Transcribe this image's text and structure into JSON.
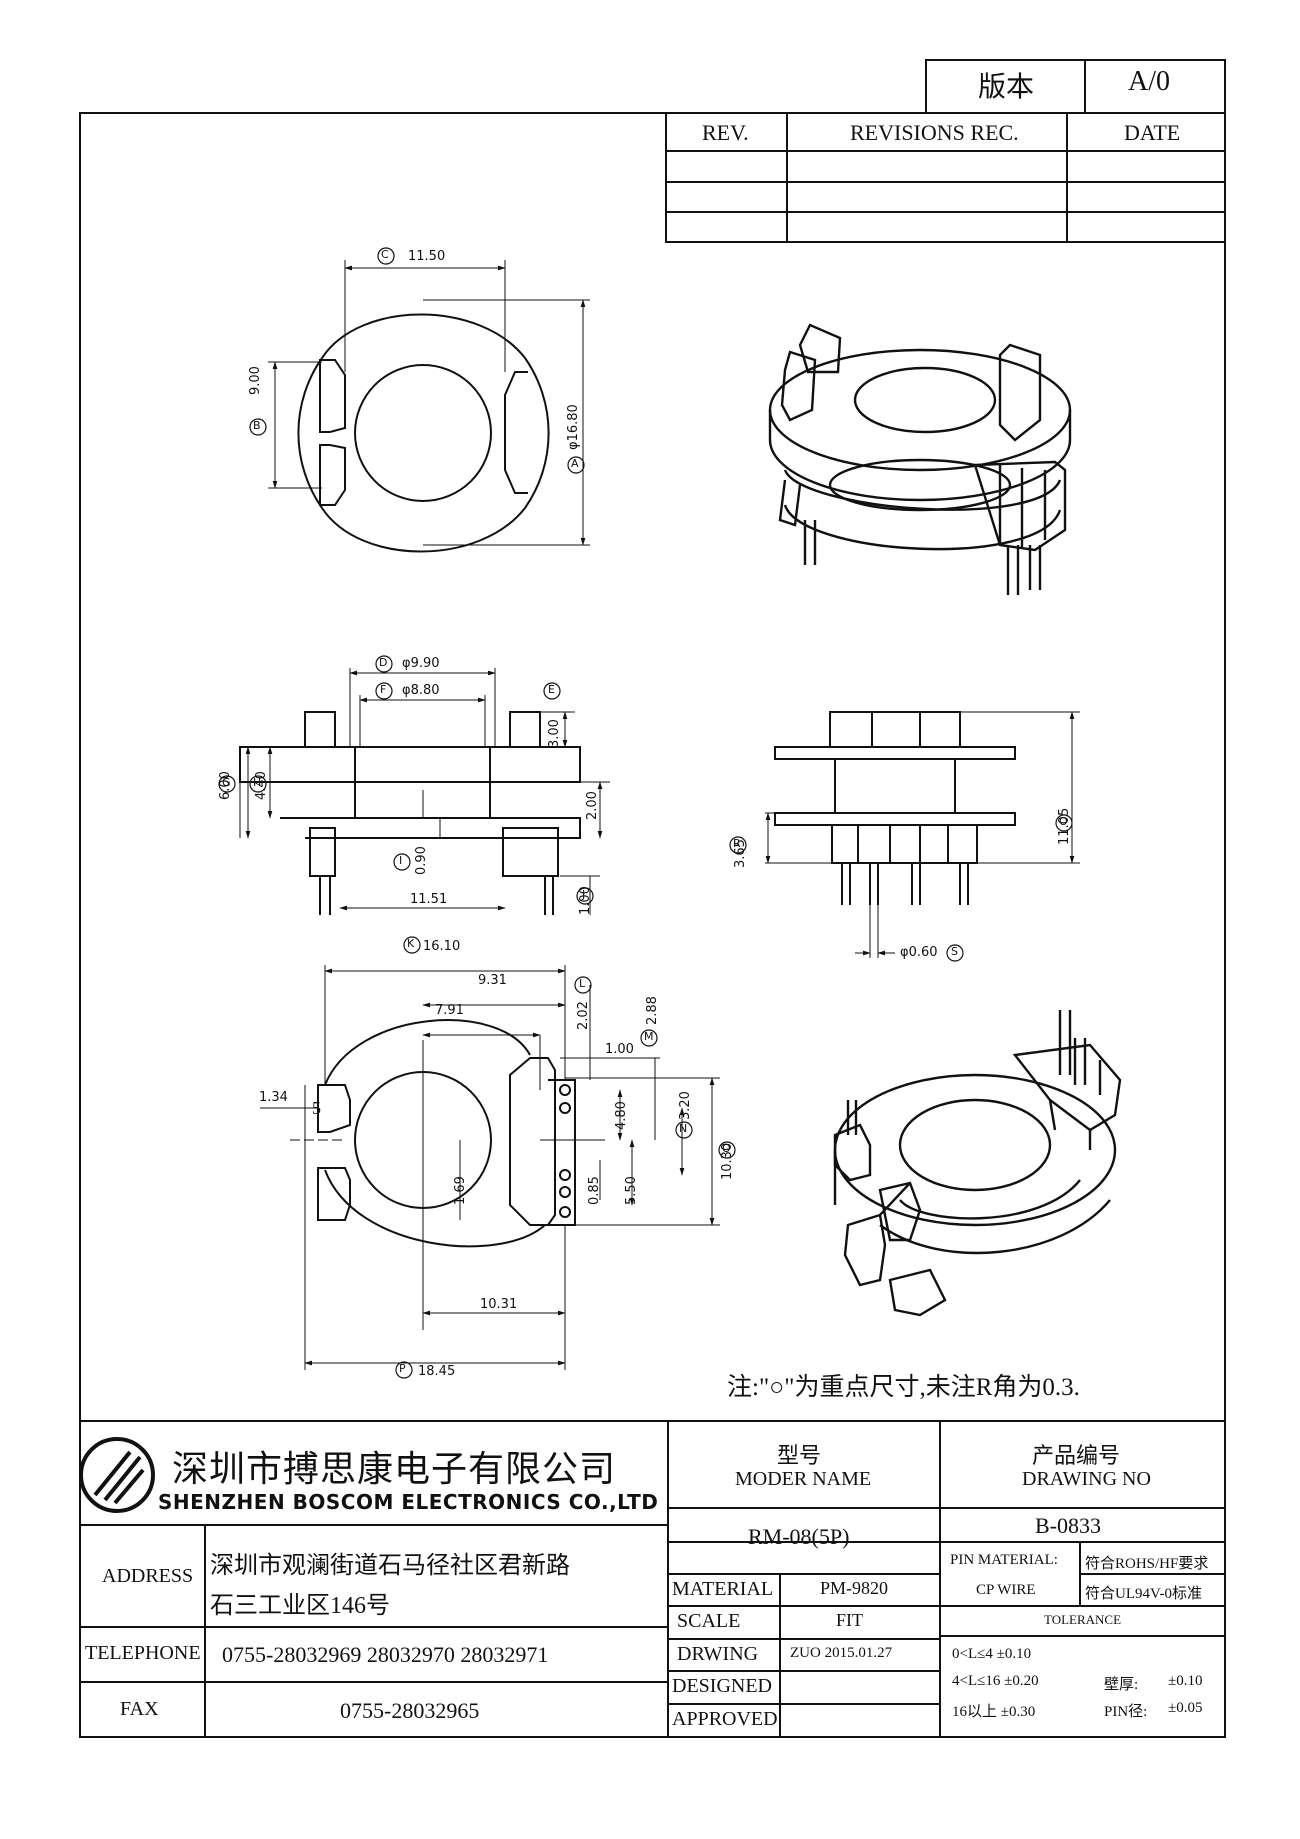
{
  "version_box": {
    "label": "版本",
    "value": "A/0"
  },
  "revisions": {
    "headers": [
      "REV.",
      "REVISIONS REC.",
      "DATE"
    ],
    "rows": [
      [
        "",
        "",
        ""
      ],
      [
        "",
        "",
        ""
      ],
      [
        "",
        "",
        ""
      ]
    ]
  },
  "dimensions": {
    "top_view": {
      "C": "11.50",
      "B": "9.00",
      "A": "φ16.80"
    },
    "front_view": {
      "D": "φ9.90",
      "F": "φ8.80",
      "E": "3.00",
      "G": "6.00",
      "H": "4.40",
      "h2": "2.00",
      "I": "0.90",
      "bottom": "11.51",
      "J": "1.00"
    },
    "side_view": {
      "K": "3.65",
      "O": "11.05",
      "pin": "φ0.60"
    },
    "bottom_view": {
      "K": "16.10",
      "d931": "9.31",
      "d791": "7.91",
      "L": "2.02",
      "M": "2.88",
      "d100": "1.00",
      "d134": "1.34",
      "d480": "4.80",
      "N": "3.20",
      "O": "10.30",
      "d169": "1.69",
      "d085": "0.85",
      "d550": "5.50",
      "d1031": "10.31",
      "P": "18.45",
      "pin_number": "5"
    }
  },
  "circled_letters": {
    "A": "A",
    "B": "B",
    "C": "C",
    "D": "D",
    "E": "E",
    "F": "F",
    "G": "G",
    "H": "H",
    "I": "I",
    "J": "J",
    "K": "K",
    "L": "L",
    "M": "M",
    "N": "N",
    "O": "O",
    "P": "P",
    "R": "R",
    "S": "S"
  },
  "note": "注:\"○\"为重点尺寸,未注R角为0.3.",
  "title_block": {
    "company_cn": "深圳市搏思康电子有限公司",
    "company_en": "SHENZHEN BOSCOM ELECTRONICS CO.,LTD",
    "model_label_cn": "型号",
    "model_label_en": "MODER NAME",
    "model_value": "RM-08(5P)",
    "drawing_label_cn": "产品编号",
    "drawing_label_en": "DRAWING NO",
    "drawing_value": "B-0833",
    "address_label": "ADDRESS",
    "address_line1": "深圳市观澜街道石马径社区君新路",
    "address_line2": "石三工业区146号",
    "telephone_label": "TELEPHONE",
    "telephone_value": "0755-28032969 28032970 28032971",
    "fax_label": "FAX",
    "fax_value": "0755-28032965",
    "material_label": "MATERIAL",
    "material_value": "PM-9820",
    "scale_label": "SCALE",
    "scale_value": "FIT",
    "drawing_row_label": "DRWING",
    "drawing_row_value": "ZUO 2015.01.27",
    "designed_label": "DESIGNED",
    "designed_value": "",
    "approved_label": "APPROVED",
    "approved_value": "",
    "pin_material_label": "PIN MATERIAL:",
    "pin_material_value": "CP WIRE",
    "rohs": "符合ROHS/HF要求",
    "ul": "符合UL94V-0标准",
    "tolerance_label": "TOLERANCE",
    "tol1": "0<L≤4  ±0.10",
    "tol2": "4<L≤16  ±0.20",
    "tol3": "16以上   ±0.30",
    "wall_label": "壁厚:",
    "wall_value": "±0.10",
    "pin_dia_label": "PIN径:",
    "pin_dia_value": "±0.05"
  }
}
